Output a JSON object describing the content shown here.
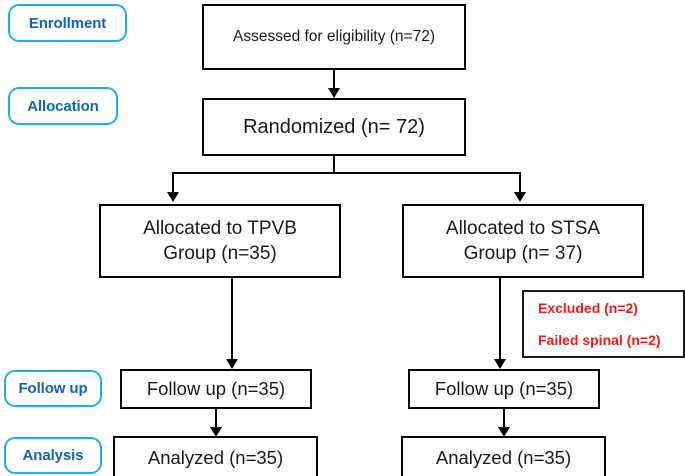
{
  "diagram": {
    "title": "CONSORT participant flow diagram",
    "type": "flowchart",
    "accent_color": "#29ABE2",
    "label_text_color": "#1464AA",
    "excluded_text_color": "#EE1B1B",
    "box_border_color": "#000000"
  },
  "stages": [
    {
      "id": "enrollment",
      "label": "Enrollment"
    },
    {
      "id": "allocation",
      "label": "Allocation"
    },
    {
      "id": "followup",
      "label": "Follow up"
    },
    {
      "id": "analysis",
      "label": "Analysis"
    }
  ],
  "nodes": {
    "assessed": {
      "text": "Assessed for eligibility (n=72)",
      "n": 72
    },
    "randomized": {
      "text": "Randomized (n= 72)",
      "n": 72
    },
    "alloc_tpvb": {
      "line1": "Allocated to TPVB",
      "line2": "Group (n=35)",
      "n": 35
    },
    "alloc_stsa": {
      "line1": "Allocated to STSA",
      "line2": "Group  (n= 37)",
      "n": 37
    },
    "excluded": {
      "line1": "Excluded (n=2)",
      "line2": "Failed spinal (n=2)",
      "n": 2
    },
    "followup_left": {
      "text": "Follow up (n=35)",
      "n": 35
    },
    "followup_right": {
      "text": "Follow up (n=35)",
      "n": 35
    },
    "analyzed_left": {
      "text": "Analyzed (n=35)",
      "n": 35
    },
    "analyzed_right": {
      "text": "Analyzed (n=35)",
      "n": 35
    }
  }
}
